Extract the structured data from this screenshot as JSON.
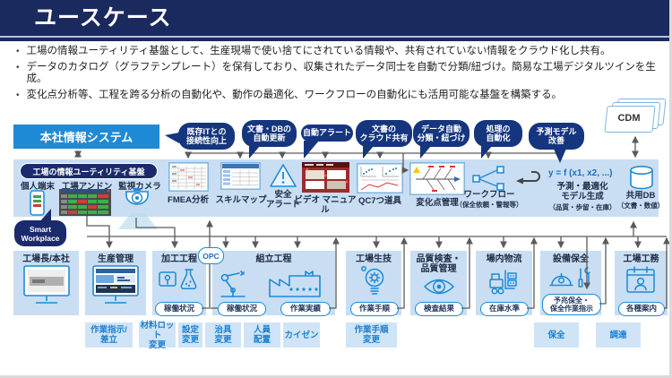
{
  "colors": {
    "header_navy": "#1b2a5e",
    "callout_navy": "#15357e",
    "accent_blue": "#1e8ad6",
    "band_blue": "#c9def2",
    "action_bg": "#cfe4f7",
    "action_text": "#1e7fd0",
    "connector_gray": "#5a5a5a"
  },
  "header": {
    "title": "ユースケース"
  },
  "bullets": [
    "工場の情報ユーティリティ基盤として、生産現場で使い捨てにされている情報や、共有されていない情報をクラウド化し共有。",
    "データのカタログ（グラフテンプレート）を保有しており、収集されたデータ同士を自動で分類/紐づけ。簡易な工場デジタルツインを生成。",
    "変化点分析等、工程を跨る分析の自動化や、動作の最適化、ワークフローの自動化にも活用可能な基盤を構築する。"
  ],
  "hq": {
    "label": "本社情報システム"
  },
  "callouts": [
    {
      "label": "既存ITとの\n接続性向上"
    },
    {
      "label": "文書・DBの\n自動更新"
    },
    {
      "label": "自動アラート"
    },
    {
      "label": "文書の\nクラウド共有"
    },
    {
      "label": "データ自動\n分類・紐づけ"
    },
    {
      "label": "処理の\n自動化"
    },
    {
      "label": "予測モデル\n改善"
    }
  ],
  "cdm": {
    "label": "CDM"
  },
  "platform": {
    "title": "工場の情報ユーティリティ基盤",
    "devices": [
      {
        "label": "個人端末"
      },
      {
        "label": "工場アンドン"
      },
      {
        "label": "監視カメラ"
      }
    ],
    "smart_workplace": "Smart\nWorkplace",
    "opc": "OPC",
    "formula": "y = f (x1, x2, ...)",
    "apps": [
      {
        "label": "FMEA分析"
      },
      {
        "label": "スキルマップ"
      },
      {
        "label": "安全\nアラート"
      },
      {
        "label": "ビデオ マニュアル"
      },
      {
        "label": "QC7つ道具"
      },
      {
        "label": "変化点管理"
      },
      {
        "label": "ワークフロー",
        "sub": "（保全依頼・警報等）"
      },
      {
        "label": "予測・最適化\nモデル生成",
        "sub": "（品質・歩留・在庫）"
      },
      {
        "label": "共用DB",
        "sub": "（文書・数値）"
      }
    ]
  },
  "departments": [
    {
      "title": "工場長/本社",
      "tags": []
    },
    {
      "title": "生産管理",
      "tags": []
    },
    {
      "title": "加工工程",
      "tags": [
        {
          "label": "稼働状況"
        }
      ]
    },
    {
      "title": "組立工程",
      "tags": [
        {
          "label": "稼働状況"
        },
        {
          "label": "作業実績"
        }
      ]
    },
    {
      "title": "工場生技",
      "tags": [
        {
          "label": "作業手順"
        }
      ]
    },
    {
      "title": "品質検査・\n品質管理",
      "tags": [
        {
          "label": "検査結果"
        }
      ]
    },
    {
      "title": "場内物流",
      "tags": [
        {
          "label": "在庫水準"
        }
      ]
    },
    {
      "title": "設備保全",
      "tags": [
        {
          "label": "予兆保全・\n保全作業指示"
        }
      ]
    },
    {
      "title": "工場工務",
      "tags": [
        {
          "label": "各種案内"
        }
      ]
    }
  ],
  "actions": [
    {
      "label": "作業指示/\n差立"
    },
    {
      "label": "材料ロット\n変更"
    },
    {
      "label": "設定\n変更"
    },
    {
      "label": "治具\n変更"
    },
    {
      "label": "人員\n配置"
    },
    {
      "label": "カイゼン"
    },
    {
      "label": "作業手順\n変更"
    },
    {
      "label": "保全"
    },
    {
      "label": "調達"
    }
  ]
}
